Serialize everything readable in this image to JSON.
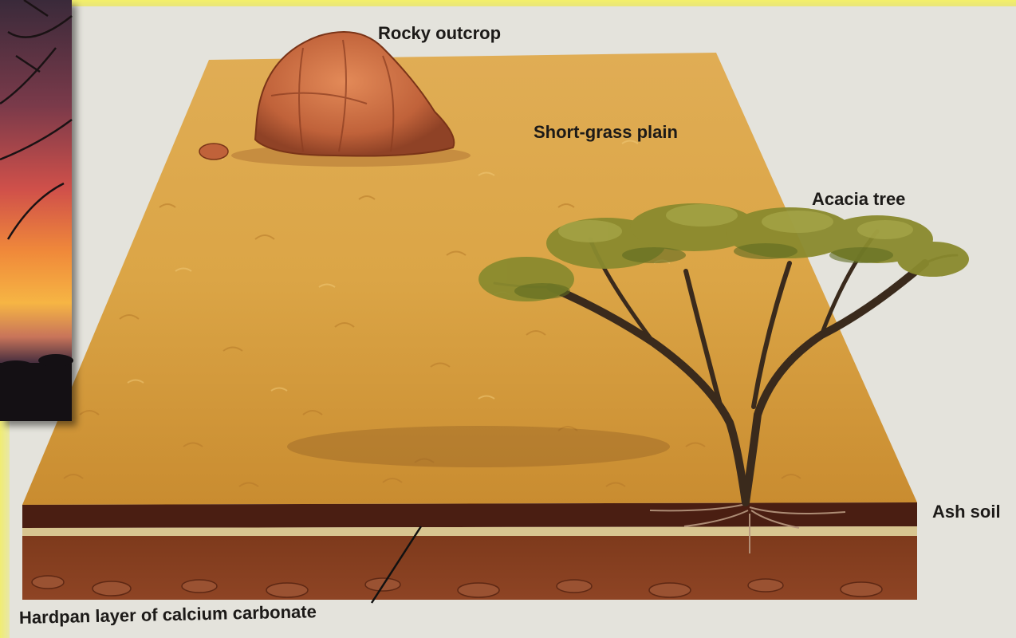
{
  "labels": {
    "rocky_outcrop": "Rocky outcrop",
    "short_grass_plain": "Short-grass plain",
    "acacia_tree": "Acacia tree",
    "ash_soil": "Ash soil",
    "hardpan": "Hardpan layer of calcium carbonate"
  },
  "colors": {
    "frame_yellow": "#f0ec72",
    "background": "#e4e3dc",
    "grass": "#d9a53c",
    "soil_dark": "#4a1e12",
    "hardpan": "#d8c590",
    "subsoil": "#7a3418",
    "rock": "#c66a3e",
    "tree_foliage": "#8a8a2e"
  }
}
